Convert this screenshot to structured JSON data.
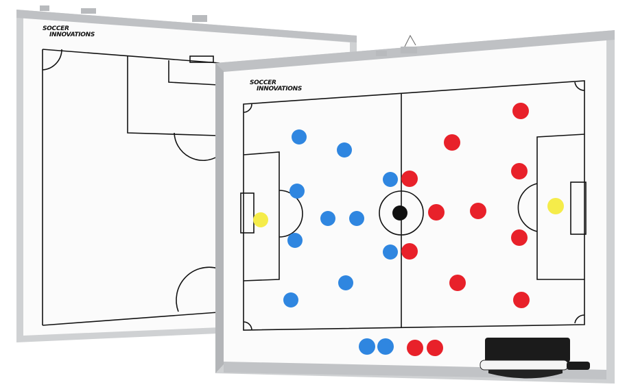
{
  "brand": {
    "line1": "SOCCER",
    "line2": "INNOVATIONS"
  },
  "colors": {
    "background": "#ffffff",
    "frame": "#c9cbcd",
    "frame_dark": "#a9abae",
    "board": "#fbfbfb",
    "line": "#111111",
    "team_blue": "#2f86e0",
    "team_red": "#e8212a",
    "goalkeeper_yellow": "#f5ec4a",
    "ball_black": "#111111"
  },
  "back_board": {
    "description": "half-pitch tactical whiteboard behind, tilted"
  },
  "front_board": {
    "description": "full-pitch tactical whiteboard with magnetic markers",
    "blue_markers": 11,
    "red_markers": 11,
    "spare_markers": {
      "blue": 2,
      "red": 2
    },
    "accessories": [
      "eraser",
      "marker-pen"
    ]
  }
}
